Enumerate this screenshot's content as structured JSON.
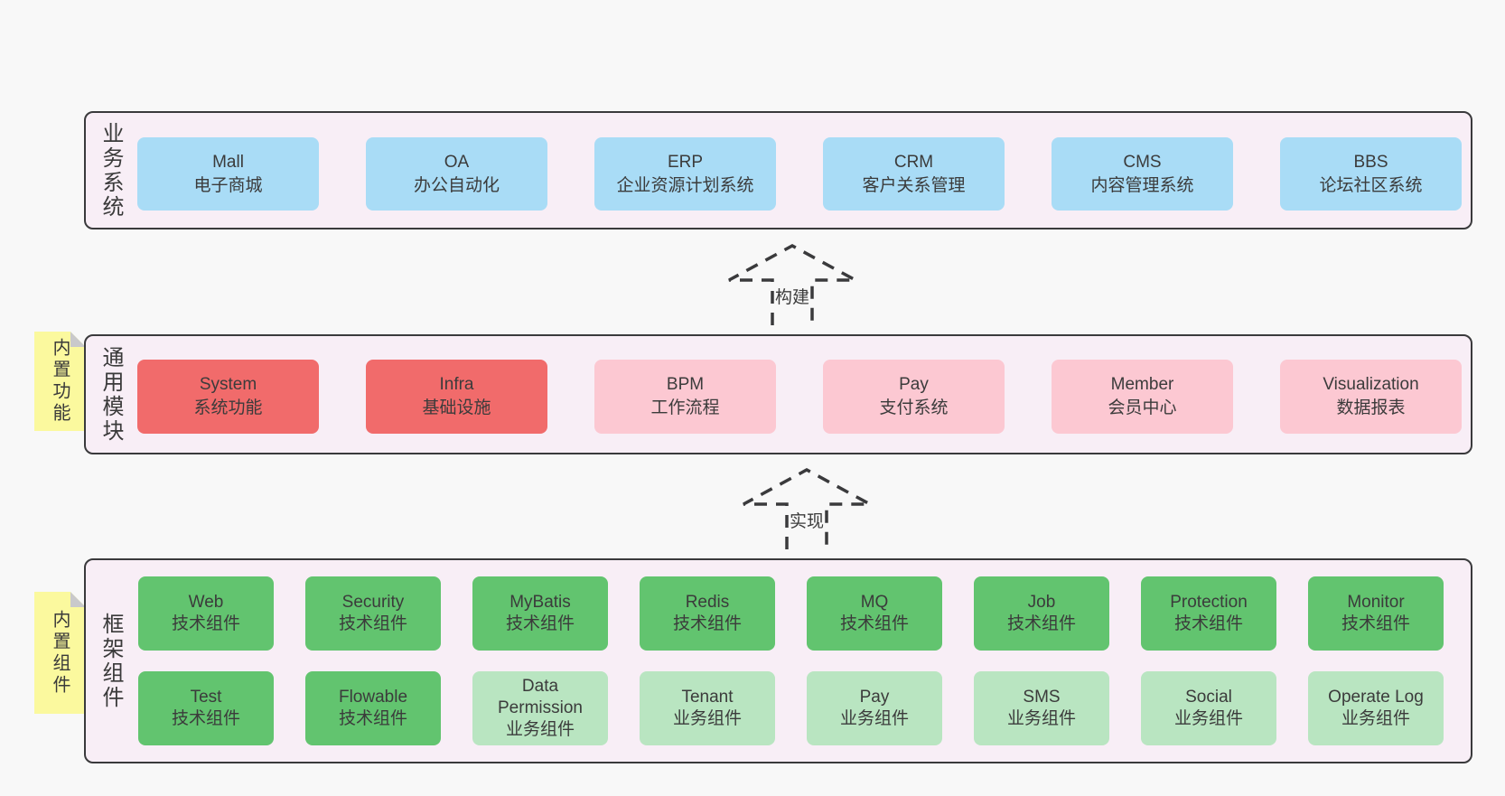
{
  "page": {
    "background": "#f8f8f8"
  },
  "colors": {
    "blue": "#a9dcf6",
    "red": "#f16b6b",
    "pink": "#fcc8d2",
    "green": "#62c46f",
    "light-green": "#b9e5c1",
    "section_background": "#f8eef6",
    "section_border": "#3a3a3c",
    "note_yellow": "#fbf99e",
    "note_fold_gray": "#c9c9cb",
    "text": "#3b3b3b"
  },
  "arrows": [
    {
      "label": "构建"
    },
    {
      "label": "实现"
    }
  ],
  "sections": [
    {
      "id": "business-systems",
      "label": "业务系统",
      "rows": [
        [
          {
            "name": "Mall",
            "desc": "电子商城",
            "type": "blue"
          },
          {
            "name": "OA",
            "desc": "办公自动化",
            "type": "blue"
          },
          {
            "name": "ERP",
            "desc": "企业资源计划系统",
            "type": "blue"
          },
          {
            "name": "CRM",
            "desc": "客户关系管理",
            "type": "blue"
          },
          {
            "name": "CMS",
            "desc": "内容管理系统",
            "type": "blue"
          },
          {
            "name": "BBS",
            "desc": "论坛社区系统",
            "type": "blue"
          }
        ]
      ]
    },
    {
      "id": "common-modules",
      "label": "通用模块",
      "note": "内置功能",
      "rows": [
        [
          {
            "name": "System",
            "desc": "系统功能",
            "type": "red"
          },
          {
            "name": "Infra",
            "desc": "基础设施",
            "type": "red"
          },
          {
            "name": "BPM",
            "desc": "工作流程",
            "type": "pink"
          },
          {
            "name": "Pay",
            "desc": "支付系统",
            "type": "pink"
          },
          {
            "name": "Member",
            "desc": "会员中心",
            "type": "pink"
          },
          {
            "name": "Visualization",
            "desc": "数据报表",
            "type": "pink"
          }
        ]
      ]
    },
    {
      "id": "framework-components",
      "label": "框架组件",
      "note": "内置组件",
      "rows": [
        [
          {
            "name": "Web",
            "desc": "技术组件",
            "type": "green"
          },
          {
            "name": "Security",
            "desc": "技术组件",
            "type": "green"
          },
          {
            "name": "MyBatis",
            "desc": "技术组件",
            "type": "green"
          },
          {
            "name": "Redis",
            "desc": "技术组件",
            "type": "green"
          },
          {
            "name": "MQ",
            "desc": "技术组件",
            "type": "green"
          },
          {
            "name": "Job",
            "desc": "技术组件",
            "type": "green"
          },
          {
            "name": "Protection",
            "desc": "技术组件",
            "type": "green"
          },
          {
            "name": "Monitor",
            "desc": "技术组件",
            "type": "green"
          }
        ],
        [
          {
            "name": "Test",
            "desc": "技术组件",
            "type": "green"
          },
          {
            "name": "Flowable",
            "desc": "技术组件",
            "type": "green"
          },
          {
            "name": "Data Permission",
            "desc": "业务组件",
            "type": "light-green"
          },
          {
            "name": "Tenant",
            "desc": "业务组件",
            "type": "light-green"
          },
          {
            "name": "Pay",
            "desc": "业务组件",
            "type": "light-green"
          },
          {
            "name": "SMS",
            "desc": "业务组件",
            "type": "light-green"
          },
          {
            "name": "Social",
            "desc": "业务组件",
            "type": "light-green"
          },
          {
            "name": "Operate Log",
            "desc": "业务组件",
            "type": "light-green"
          }
        ]
      ]
    }
  ]
}
